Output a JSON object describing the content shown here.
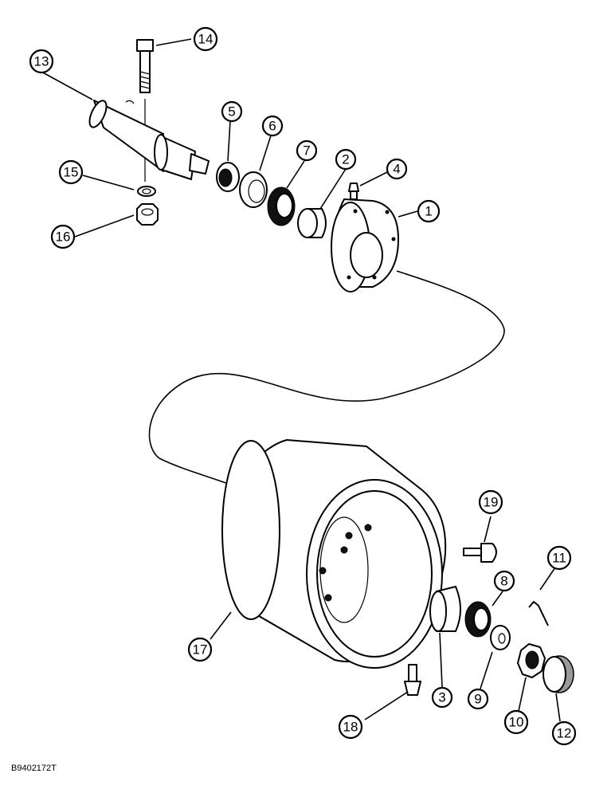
{
  "figure": {
    "code": "B9402172T",
    "callouts": [
      {
        "id": "callout-1",
        "label": "1"
      },
      {
        "id": "callout-2",
        "label": "2"
      },
      {
        "id": "callout-3",
        "label": "3"
      },
      {
        "id": "callout-4",
        "label": "4"
      },
      {
        "id": "callout-5",
        "label": "5"
      },
      {
        "id": "callout-6",
        "label": "6"
      },
      {
        "id": "callout-7",
        "label": "7"
      },
      {
        "id": "callout-8",
        "label": "8"
      },
      {
        "id": "callout-9",
        "label": "9"
      },
      {
        "id": "callout-10",
        "label": "10"
      },
      {
        "id": "callout-11",
        "label": "11"
      },
      {
        "id": "callout-12",
        "label": "12"
      },
      {
        "id": "callout-13",
        "label": "13"
      },
      {
        "id": "callout-14",
        "label": "14"
      },
      {
        "id": "callout-15",
        "label": "15"
      },
      {
        "id": "callout-16",
        "label": "16"
      },
      {
        "id": "callout-17",
        "label": "17"
      },
      {
        "id": "callout-18",
        "label": "18"
      },
      {
        "id": "callout-19",
        "label": "19"
      }
    ]
  }
}
